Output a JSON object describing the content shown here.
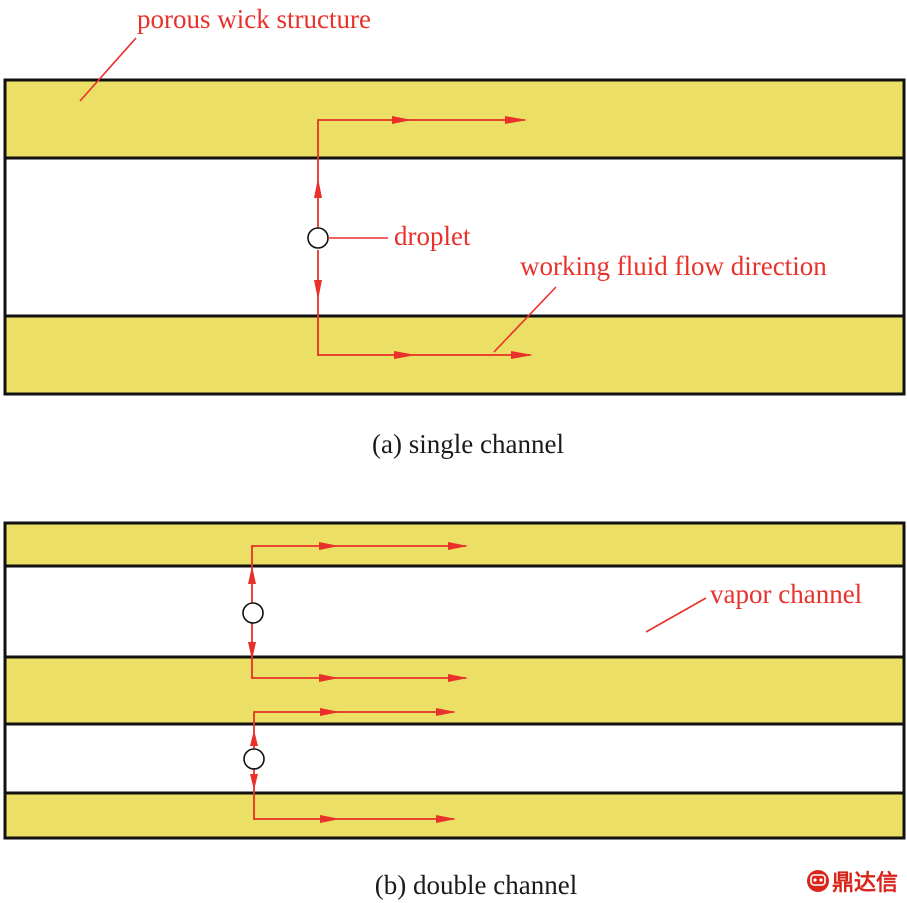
{
  "labels": {
    "porous_wick": "porous wick structure",
    "droplet": "droplet",
    "flow_direction": "working fluid flow direction",
    "vapor_channel": "vapor channel"
  },
  "captions": {
    "a": "(a) single channel",
    "b": "(b) double channel"
  },
  "watermark": {
    "text": "鼎达信"
  },
  "colors": {
    "wick": "#ebe065",
    "annotation": "#e8312a",
    "outline": "#111111"
  }
}
